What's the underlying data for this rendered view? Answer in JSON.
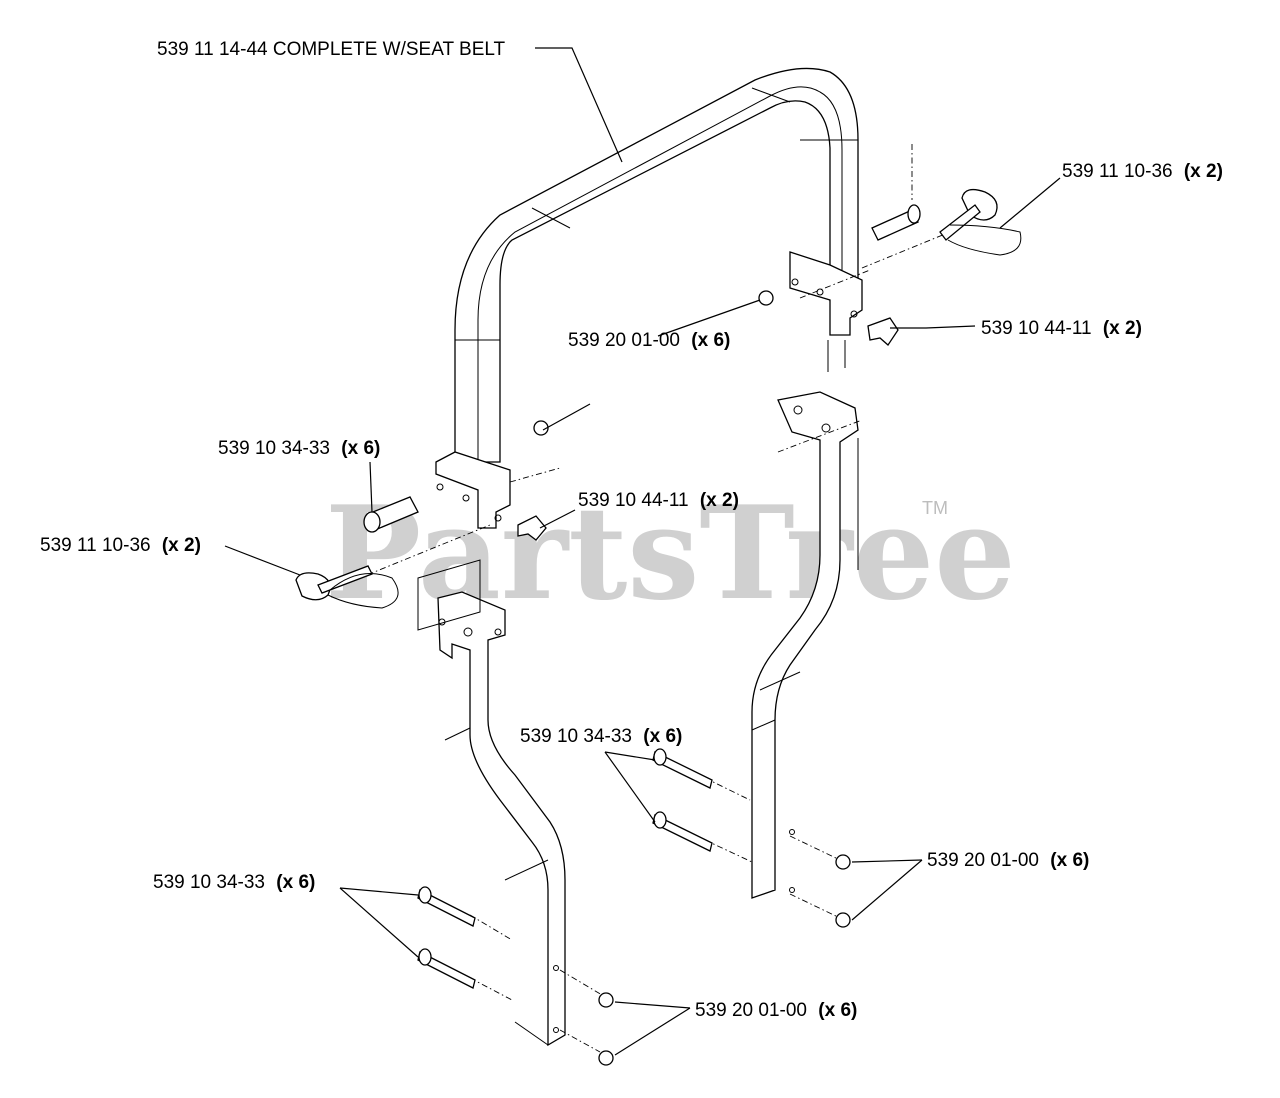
{
  "watermark": {
    "text": "PartsTree",
    "trademark": "TM"
  },
  "callouts": [
    {
      "id": "c1",
      "part": "539 11 14-44 COMPLETE W/SEAT BELT",
      "qty": ""
    },
    {
      "id": "c2",
      "part": "539 11 10-36",
      "qty": "(x 2)"
    },
    {
      "id": "c3",
      "part": "539 10 44-11",
      "qty": "(x 2)"
    },
    {
      "id": "c4",
      "part": "539 20 01-00",
      "qty": "(x 6)"
    },
    {
      "id": "c5",
      "part": "539 10 34-33",
      "qty": "(x 6)"
    },
    {
      "id": "c6",
      "part": "539 10 44-11",
      "qty": "(x 2)"
    },
    {
      "id": "c7",
      "part": "539 11 10-36",
      "qty": "(x 2)"
    },
    {
      "id": "c8",
      "part": "539 10 34-33",
      "qty": "(x 6)"
    },
    {
      "id": "c9",
      "part": "539 20 01-00",
      "qty": "(x 6)"
    },
    {
      "id": "c10",
      "part": "539 10 34-33",
      "qty": "(x 6)"
    },
    {
      "id": "c11",
      "part": "539 20 01-00",
      "qty": "(x 6)"
    }
  ]
}
